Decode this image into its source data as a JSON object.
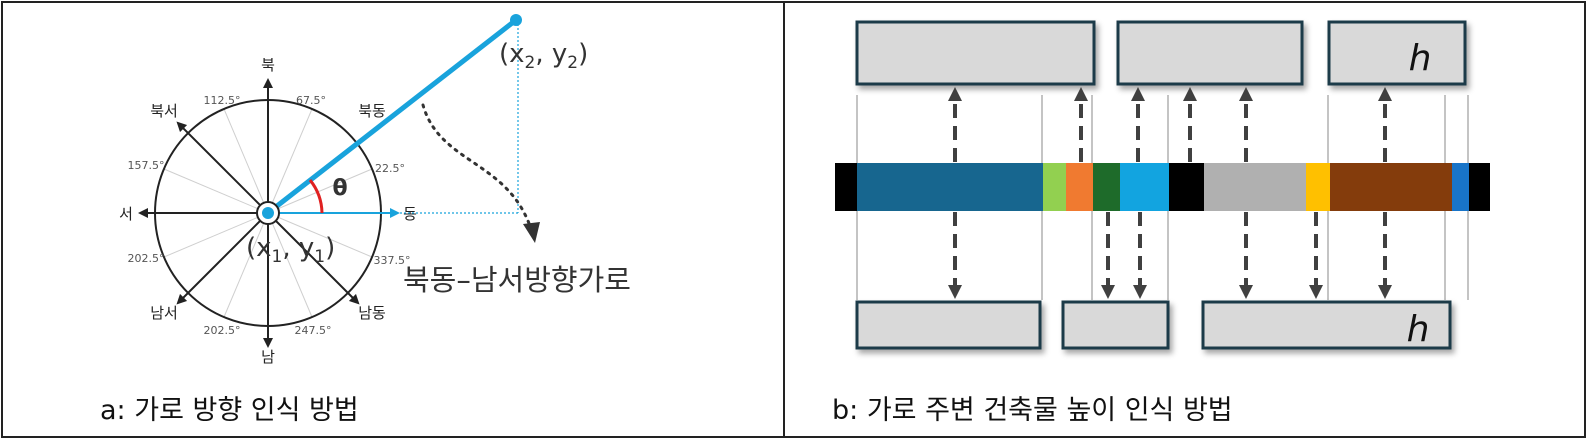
{
  "panel_a": {
    "caption": "a: 가로 방향 인식 방법",
    "directions": {
      "north": "북",
      "northeast": "북동",
      "east": "동",
      "southeast": "남동",
      "south": "남",
      "southwest": "남서",
      "west": "서",
      "northwest": "북서"
    },
    "angles": {
      "a675": "67.5°",
      "a1125": "112.5°",
      "a1575": "157.5°",
      "a2025_left": "202.5°",
      "a2025_bottom": "202.5°",
      "a2475": "247.5°",
      "a3375": "337.5°",
      "a225": "22.5°"
    },
    "theta": "θ",
    "point1": {
      "open": "(x",
      "sub1": "1",
      "mid": ", y",
      "sub2": "1",
      "close": ")"
    },
    "point2": {
      "open": "(x",
      "sub1": "2",
      "mid": ", y",
      "sub2": "2",
      "close": ")"
    },
    "street_label": "북동–남서방향가로"
  },
  "panel_b": {
    "caption": "b: 가로 주변 건축물 높이 인식 방법",
    "height_symbol_top": "h",
    "height_symbol_bottom": "h",
    "segment_colors": [
      "#000000",
      "#17668f",
      "#92d050",
      "#f07a30",
      "#1e6b2a",
      "#12a4e0",
      "#000000",
      "#b0b0b0",
      "#ffc000",
      "#843c0c",
      "#1874c8",
      "#000000"
    ]
  },
  "colors": {
    "line_blue": "#19a3dc",
    "arc_red": "#e02020",
    "box_fill": "#d9d9d9",
    "box_border": "#1f3a4a",
    "arrow_gray": "#404040"
  }
}
